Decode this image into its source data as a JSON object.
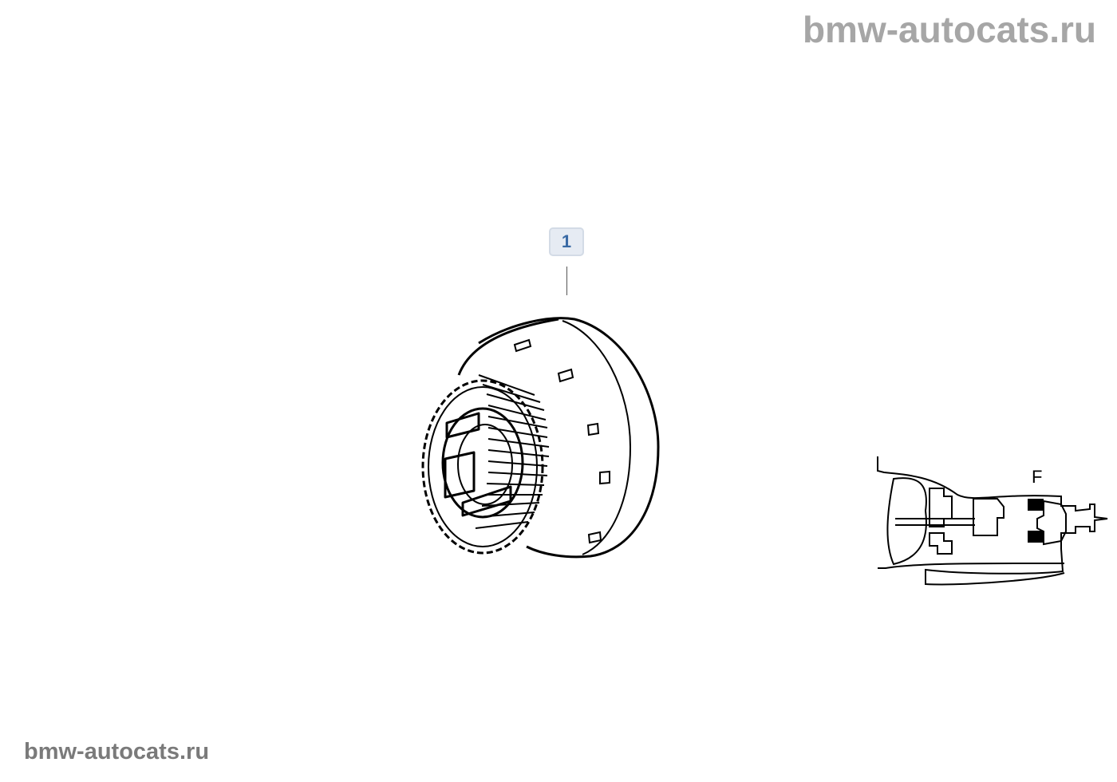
{
  "watermark_top": "bmw-autocats.ru",
  "watermark_bottom": "bmw-autocats.ru",
  "callouts": [
    {
      "label": "1"
    }
  ],
  "inset": {
    "label": "F"
  }
}
